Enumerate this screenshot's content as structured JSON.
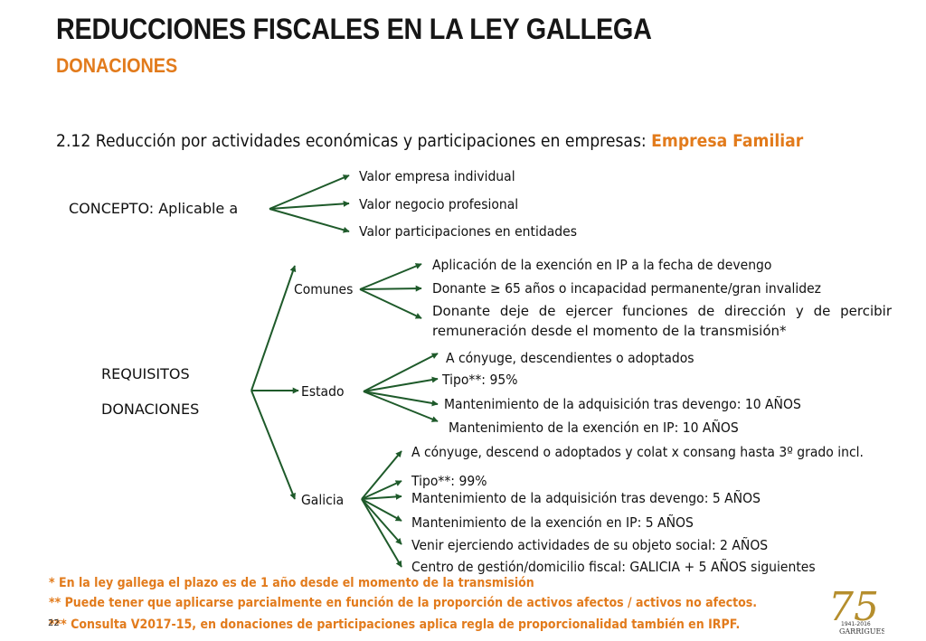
{
  "header": {
    "title": "REDUCCIONES FISCALES EN LA LEY GALLEGA",
    "subtitle": "DONACIONES"
  },
  "section": {
    "lead": "2.12 Reducción por actividades económicas y participaciones en empresas: ",
    "highlight": "Empresa Familiar"
  },
  "concepto": {
    "label": "CONCEPTO: Aplicable a",
    "items": [
      "Valor empresa individual",
      "Valor negocio profesional",
      "Valor participaciones en entidades"
    ]
  },
  "requisitos": {
    "line1": "REQUISITOS",
    "line2": "DONACIONES",
    "comunes": {
      "label": "Comunes",
      "items": [
        "Aplicación de la exención en IP a la fecha de devengo",
        "Donante ≥ 65 años o incapacidad permanente/gran invalidez",
        "Donante deje de ejercer funciones de dirección y de percibir",
        "remuneración desde el momento de la transmisión*"
      ]
    },
    "estado": {
      "label": "Estado",
      "items": [
        "A cónyuge, descendientes o adoptados",
        "Tipo**: 95%",
        "Mantenimiento de la adquisición tras devengo: 10 AÑOS",
        "Mantenimiento de la exención en IP: 10 AÑOS"
      ]
    },
    "galicia": {
      "label": "Galicia",
      "items": [
        "A cónyuge, descend o adoptados y colat x consang hasta 3º grado incl.",
        "Tipo**: 99%",
        "Mantenimiento de la adquisición tras devengo: 5 AÑOS",
        "Mantenimiento de la exención en IP: 5 AÑOS",
        "Venir ejerciendo actividades de su objeto social: 2 AÑOS",
        "Centro de gestión/domicilio fiscal: GALICIA + 5 AÑOS siguientes"
      ]
    }
  },
  "footnotes": [
    "*    En la ley gallega el plazo es de 1 año desde el momento de la transmisión",
    "**  Puede tener que aplicarse parcialmente en función de la proporción de activos afectos / activos no afectos.",
    "***  Consulta V2017-15, en donaciones de participaciones aplica regla de proporcionalidad también en IRPF."
  ],
  "page_number": "22",
  "logo": {
    "number": "75",
    "years": "1941-2016",
    "brand": "GARRIGUES"
  },
  "colors": {
    "accent": "#e27b1c",
    "arrow": "#1e5a2a",
    "logo_gold": "#b58e2d"
  }
}
